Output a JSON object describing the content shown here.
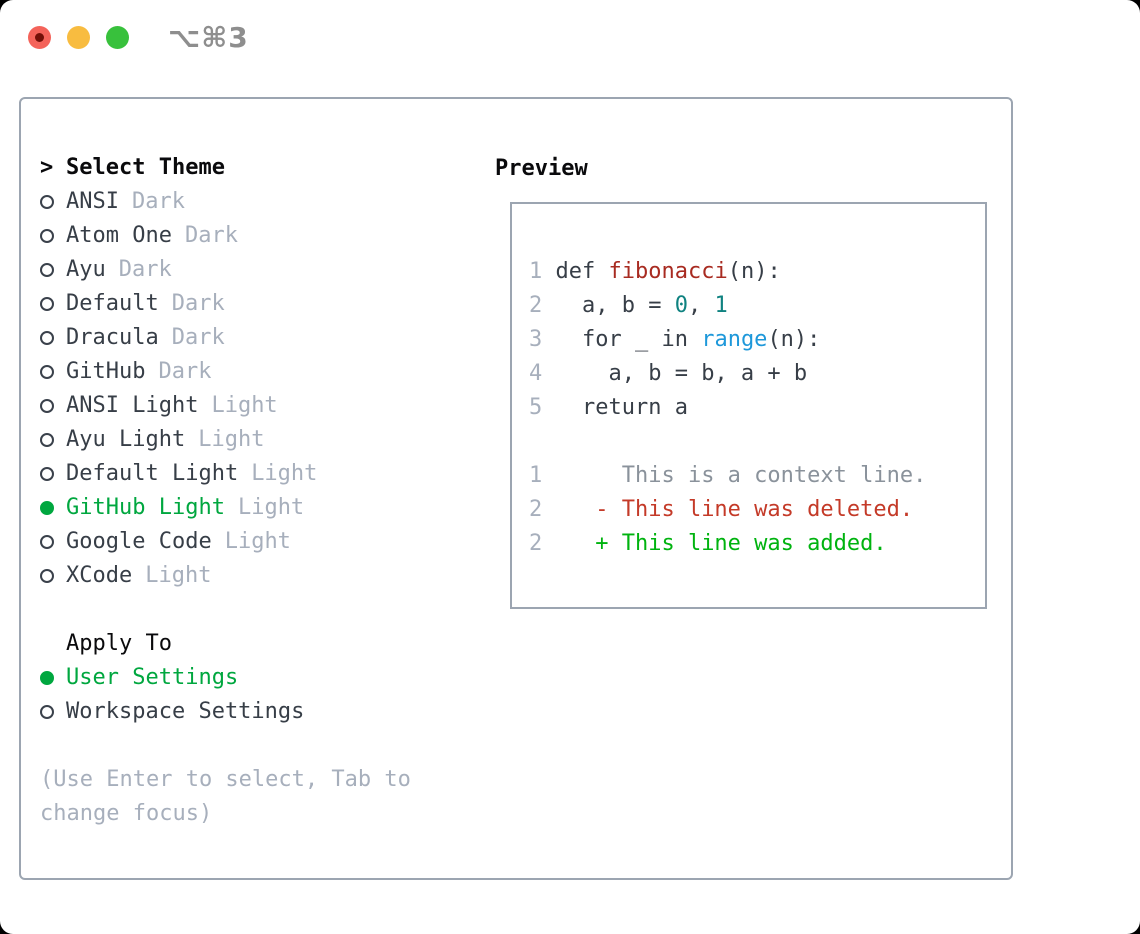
{
  "window": {
    "title": "⌥⌘3",
    "traffic_lights": [
      "close",
      "minimize",
      "zoom"
    ]
  },
  "colors": {
    "selection_green": "#00A73F",
    "added_green": "#00B30F",
    "deleted_red": "#C43A28",
    "function_red": "#A82B21",
    "builtin_blue": "#1E98DA",
    "number_teal": "#0F8280",
    "muted_gray": "#A7AFBC",
    "context_gray": "#8A929B",
    "text_dark": "#373E47",
    "panel_border": "#9CA5B1"
  },
  "theme_list": {
    "prompt": ">",
    "header": "Select Theme",
    "items": [
      {
        "name": "ANSI",
        "suffix": "Dark",
        "selected": false
      },
      {
        "name": "Atom One",
        "suffix": "Dark",
        "selected": false
      },
      {
        "name": "Ayu",
        "suffix": "Dark",
        "selected": false
      },
      {
        "name": "Default",
        "suffix": "Dark",
        "selected": false
      },
      {
        "name": "Dracula",
        "suffix": "Dark",
        "selected": false
      },
      {
        "name": "GitHub",
        "suffix": "Dark",
        "selected": false
      },
      {
        "name": "ANSI Light",
        "suffix": "Light",
        "selected": false
      },
      {
        "name": "Ayu Light",
        "suffix": "Light",
        "selected": false
      },
      {
        "name": "Default Light",
        "suffix": "Light",
        "selected": false
      },
      {
        "name": "GitHub Light",
        "suffix": "Light",
        "selected": true
      },
      {
        "name": "Google Code",
        "suffix": "Light",
        "selected": false
      },
      {
        "name": "XCode",
        "suffix": "Light",
        "selected": false
      }
    ]
  },
  "apply_to": {
    "header": "Apply To",
    "options": [
      {
        "name": "User Settings",
        "selected": true
      },
      {
        "name": "Workspace Settings",
        "selected": false
      }
    ]
  },
  "hint": {
    "line1": "(Use Enter to select, Tab to",
    "line2": "change focus)"
  },
  "preview": {
    "title": "Preview",
    "code": {
      "l1": {
        "num": "1",
        "s1": " def ",
        "s2": "fibonacci",
        "s3": "(n):"
      },
      "l2": {
        "num": "2",
        "s1": "   a, b = ",
        "s2": "0",
        "s3": ", ",
        "s4": "1"
      },
      "l3": {
        "num": "3",
        "s1": "   for _ in ",
        "s2": "range",
        "s3": "(n):"
      },
      "l4": {
        "num": "4",
        "s1": "     a, b = b, a + b"
      },
      "l5": {
        "num": "5",
        "s1": "   return a"
      }
    },
    "diff": {
      "context": {
        "num": "1",
        "text": "      This is a context line."
      },
      "deleted": {
        "num": "2",
        "text": "    - This line was deleted."
      },
      "added": {
        "num": "2",
        "text": "    + This line was added."
      }
    }
  }
}
